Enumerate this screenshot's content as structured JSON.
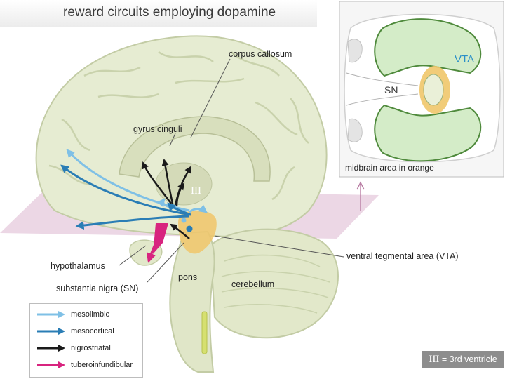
{
  "title": "reward circuits employing dopamine",
  "labels": {
    "corpus_callosum": "corpus callosum",
    "gyrus_cinguli": "gyrus cinguli",
    "third_ventricle_mark": "III",
    "hypothalamus": "hypothalamus",
    "substantia_nigra": "substantia nigra (SN)",
    "pons": "pons",
    "cerebellum": "cerebellum",
    "vta": "ventral tegmental area (VTA)"
  },
  "inset": {
    "caption": "midbrain area in orange",
    "vta_label": "VTA",
    "sn_label": "SN"
  },
  "legend": [
    {
      "label": "mesolimbic",
      "color": "#7fc0e6"
    },
    {
      "label": "mesocortical",
      "color": "#2a7db5"
    },
    {
      "label": "nigrostriatal",
      "color": "#1a1a1a"
    },
    {
      "label": "tuberoinfundibular",
      "color": "#d8247f"
    }
  ],
  "ventricle_note": {
    "symbol": "III",
    "text": "= 3rd ventricle"
  },
  "colors": {
    "brain_fill": "#e6ecd2",
    "brain_outline": "#c3cca5",
    "midbrain_orange": "#f0c66a",
    "plane": "#dcb7cf"
  }
}
